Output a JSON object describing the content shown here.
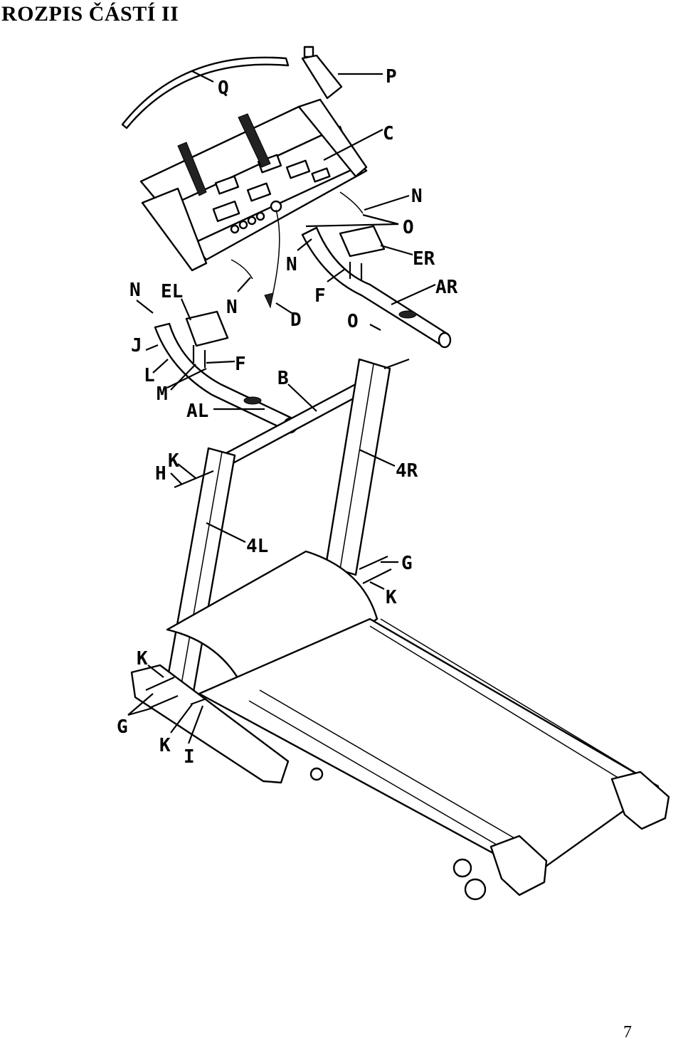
{
  "page": {
    "title": "ROZPIS ČÁSTÍ II",
    "page_number": "7"
  },
  "labels": {
    "Q": "Q",
    "P": "P",
    "C": "C",
    "N1": "N",
    "O1": "O",
    "ER": "ER",
    "N2": "N",
    "AR": "AR",
    "F1": "F",
    "N3": "N",
    "EL": "EL",
    "N4": "N",
    "D": "D",
    "O2": "O",
    "J": "J",
    "L": "L",
    "F2": "F",
    "M": "M",
    "B": "B",
    "AL": "AL",
    "K1": "K",
    "H": "H",
    "R4": "4R",
    "L4": "4L",
    "G1": "G",
    "K2": "K",
    "K3": "K",
    "G2": "G",
    "K4": "K",
    "I": "I"
  }
}
